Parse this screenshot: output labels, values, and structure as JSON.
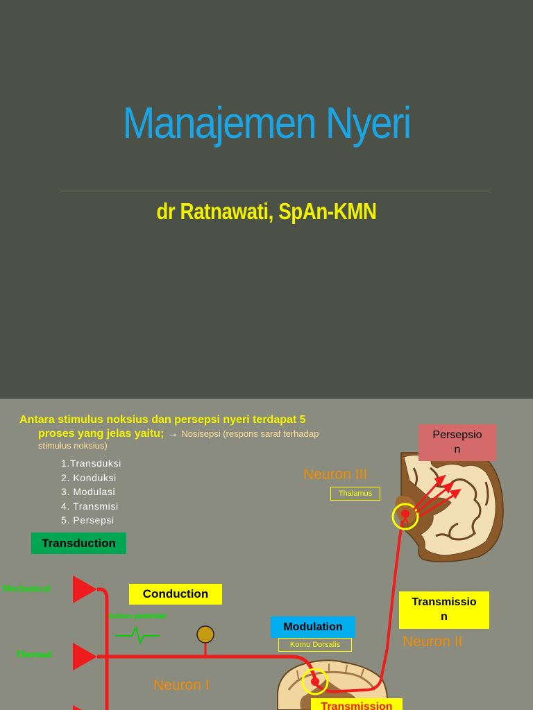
{
  "slide1": {
    "title": "Manajemen Nyeri",
    "subtitle": "dr Ratnawati, SpAn-KMN"
  },
  "slide2": {
    "intro_lead": "Antara stimulus noksius dan persepsi nyeri terdapat 5",
    "intro_cont": "proses yang jelas yaitu;",
    "arrow": "→",
    "note_part1": "Nosisepsi (respons saraf terhadap",
    "note_part2": "stimulus noksius)",
    "steps": [
      "1.Transduksi",
      "2. Konduksi",
      "3. Modulasi",
      "4. Transmisi",
      "5. Persepsi"
    ],
    "boxes": {
      "transduction": "Transduction",
      "persepsion_line1": "Persepsio",
      "persepsion_line2": "n",
      "conduction": "Conduction",
      "modulation": "Modulation",
      "transmission_line1": "Transmissio",
      "transmission_line2": "n",
      "transmission_bottom": "Transmission"
    },
    "small_labels": {
      "thalamus": "Thalamus",
      "kornu": "Kornu Dorsalis",
      "action_potential": "Action potential"
    },
    "neurons": {
      "n3": "Neuron III",
      "n2": "Neuron II",
      "n1": "Neuron I"
    },
    "stimuli": {
      "mechanical": "Mechanical",
      "thermal": "Thermal"
    }
  },
  "colors": {
    "slide1_bg": "#4b5146",
    "slide2_bg": "#8a8c7f",
    "title": "#1aa6e6",
    "subtitle": "#f2f200",
    "nerve": "#ee1c1c",
    "neuron_label": "#f28c00",
    "stimulus_label": "#00e600"
  }
}
